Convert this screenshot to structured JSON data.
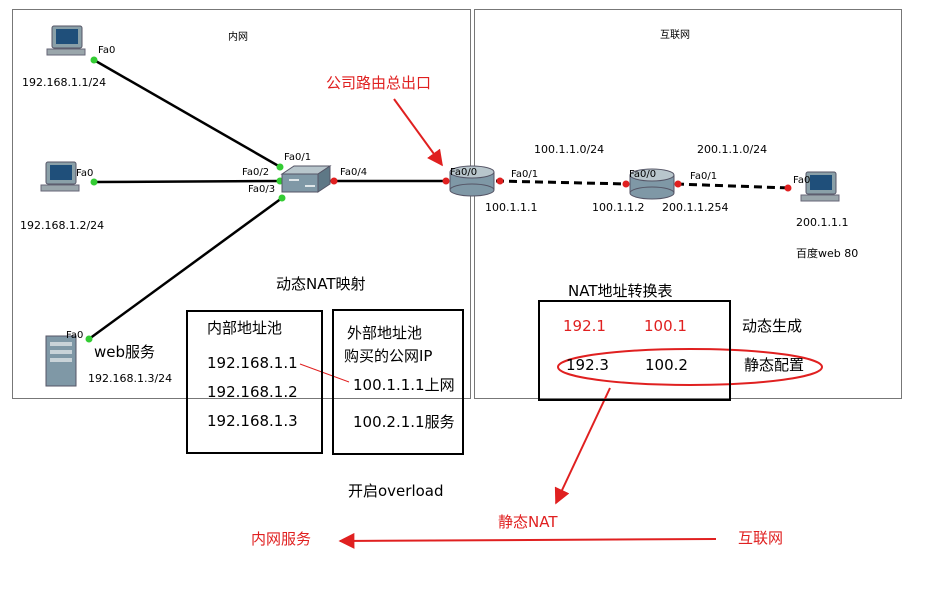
{
  "zones": {
    "inner": "内网",
    "internet": "互联网"
  },
  "devices": {
    "pc1": {
      "port": "Fa0",
      "ip": "192.168.1.1/24"
    },
    "pc2": {
      "port": "Fa0",
      "ip": "192.168.1.2/24"
    },
    "server": {
      "port": "Fa0",
      "ip": "192.168.1.3/24",
      "label": "web服务"
    },
    "switch": {
      "ports": [
        "Fa0/1",
        "Fa0/2",
        "Fa0/3",
        "Fa0/4"
      ]
    },
    "router1": {
      "port_in": "Fa0/0",
      "port_out": "Fa0/1",
      "ip": "100.1.1.1"
    },
    "router2": {
      "port_in": "Fa0/0",
      "port_out": "Fa0/1",
      "ip_in": "100.1.1.2",
      "ip_out": "200.1.1.254"
    },
    "remote_pc": {
      "port": "Fa0",
      "ip": "200.1.1.1",
      "label": "百度web  80"
    }
  },
  "networks": {
    "net1": "100.1.1.0/24",
    "net2": "200.1.1.0/24"
  },
  "annotations": {
    "gateway": "公司路由总出口",
    "dynamic_nat": "动态NAT映射",
    "inner_pool_title": "内部地址池",
    "inner_pool": [
      "192.168.1.1",
      "192.168.1.2",
      "192.168.1.3"
    ],
    "outer_pool_title_1": "外部地址池",
    "outer_pool_title_2": "购买的公网IP",
    "outer_pool": [
      "100.1.1.1上网",
      "100.2.1.1服务"
    ],
    "overload": "开启overload",
    "nat_table_title": "NAT地址转换表",
    "nat_rows": [
      {
        "inner": "192.1",
        "outer": "100.1",
        "note": "动态生成"
      },
      {
        "inner": "192.3",
        "outer": "100.2",
        "note": "静态配置"
      }
    ],
    "static_nat": "静态NAT",
    "inner_service": "内网服务",
    "internet": "互联网"
  },
  "colors": {
    "accent": "#e02020",
    "link": "#000000",
    "port_dot": "#33cc33",
    "port_dot_down": "#e02020"
  }
}
